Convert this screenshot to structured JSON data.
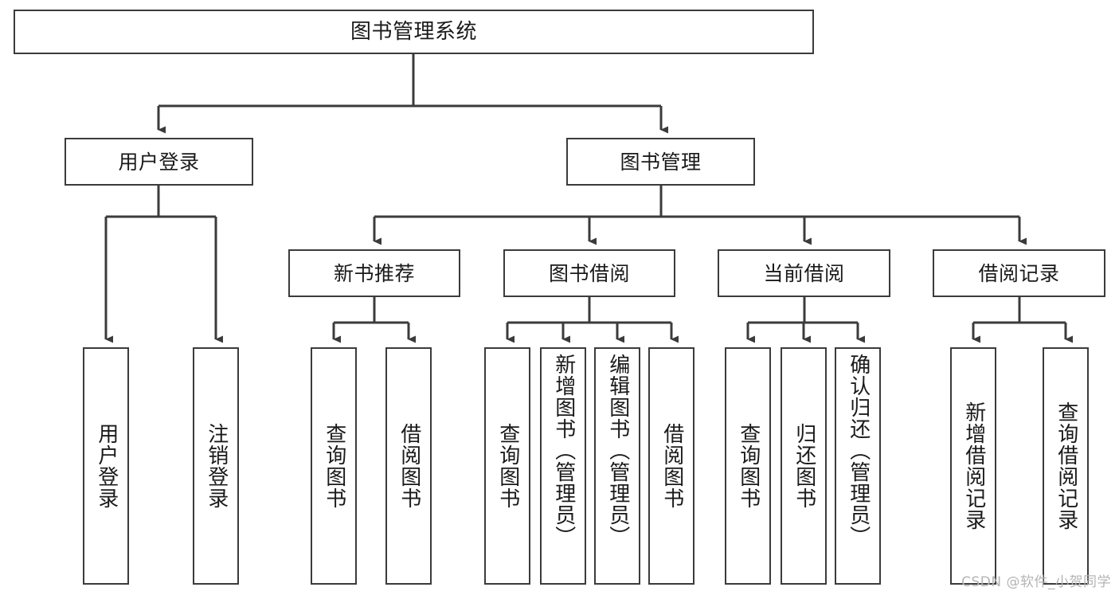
{
  "diagram": {
    "title": "图书管理系统",
    "type": "tree-hierarchy-chart",
    "orientation": "top-down",
    "colors": {
      "box_border": "#3b3b3b",
      "box_fill": "#ffffff",
      "edge": "#3b3b3b",
      "text": "#1a1a1a",
      "watermark": "#b4b4b4",
      "background": "#ffffff"
    }
  },
  "root": {
    "label": "图书管理系统"
  },
  "level2": [
    {
      "label": "用户登录"
    },
    {
      "label": "图书管理"
    }
  ],
  "level3": [
    {
      "label": "新书推荐"
    },
    {
      "label": "图书借阅"
    },
    {
      "label": "当前借阅"
    },
    {
      "label": "借阅记录"
    }
  ],
  "leaves": {
    "user_login": [
      {
        "label": "用户登录"
      },
      {
        "label": "注销登录"
      }
    ],
    "new_book_recommend": [
      {
        "label": "查询图书"
      },
      {
        "label": "借阅图书"
      }
    ],
    "book_borrow": [
      {
        "label": "查询图书"
      },
      {
        "label": "新增图书（管理员）"
      },
      {
        "label": "编辑图书（管理员）"
      },
      {
        "label": "借阅图书"
      }
    ],
    "current_borrow": [
      {
        "label": "查询图书"
      },
      {
        "label": "归还图书"
      },
      {
        "label": "确认归还（管理员）"
      }
    ],
    "borrow_record": [
      {
        "label": "新增借阅记录"
      },
      {
        "label": "查询借阅记录"
      }
    ]
  },
  "watermark": {
    "text": "CSDN @软件_小贺同学"
  }
}
